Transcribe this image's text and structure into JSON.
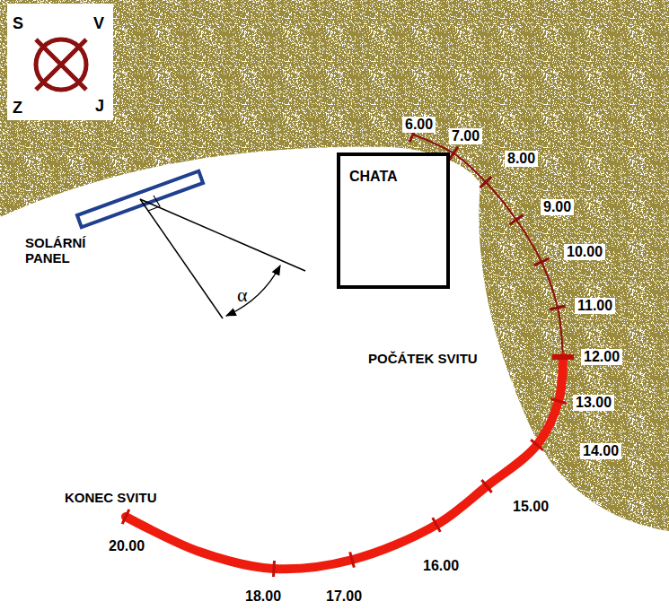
{
  "diagram": {
    "nodes": [
      {
        "text": [
          "CHATA"
        ]
      }
    ],
    "edges": [],
    "labels": [
      "S",
      "V",
      "Z",
      "J",
      "SOLÁRNÍ PANEL",
      "α",
      "6.00",
      "7.00",
      "8.00",
      "9.00",
      "10.00",
      "11.00",
      "12.00",
      "POČÁTEK SVITU",
      "13.00",
      "14.00",
      "15.00",
      "16.00",
      "17.00",
      "18.00",
      "KONEC SVITU",
      "20.00"
    ]
  }
}
